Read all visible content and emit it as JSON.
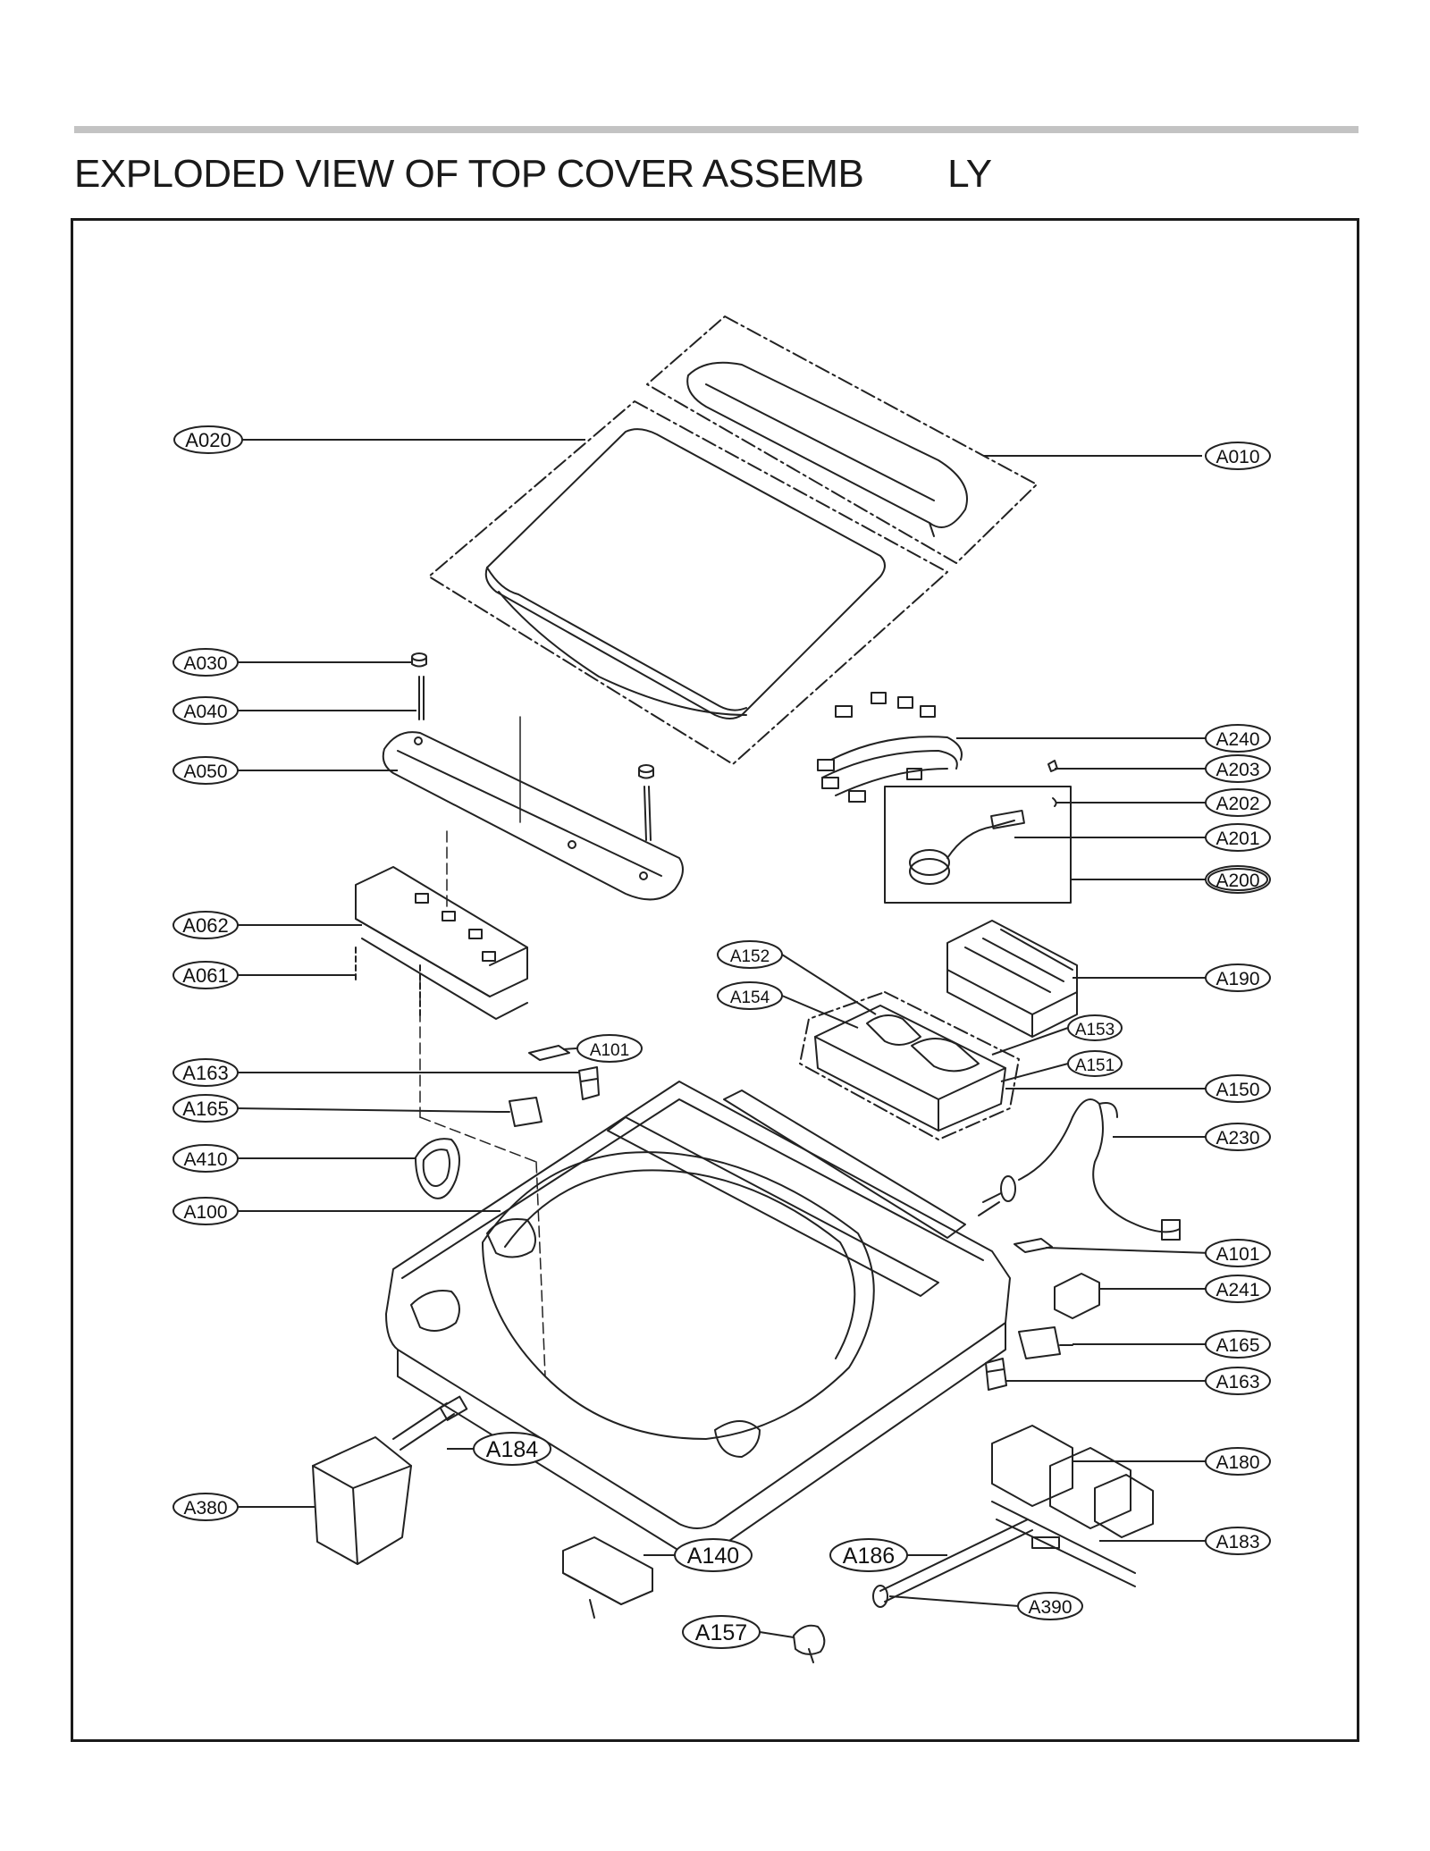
{
  "title": "EXPLODED VIEW OF TOP COVER ASSEMB        LY",
  "callouts": {
    "A010": "A010",
    "A020": "A020",
    "A030": "A030",
    "A040": "A040",
    "A050": "A050",
    "A062": "A062",
    "A061": "A061",
    "A163_left": "A163",
    "A165_left": "A165",
    "A410": "A410",
    "A100": "A100",
    "A380": "A380",
    "A184": "A184",
    "A140": "A140",
    "A157": "A157",
    "A186": "A186",
    "A390": "A390",
    "A101_left": "A101",
    "A152": "A152",
    "A154": "A154",
    "A153": "A153",
    "A151": "A151",
    "A150": "A150",
    "A190": "A190",
    "A240": "A240",
    "A203": "A203",
    "A202": "A202",
    "A201": "A201",
    "A200": "A200",
    "A230": "A230",
    "A101_right": "A101",
    "A241": "A241",
    "A165_right": "A165",
    "A163_right": "A163",
    "A180": "A180",
    "A183": "A183"
  }
}
